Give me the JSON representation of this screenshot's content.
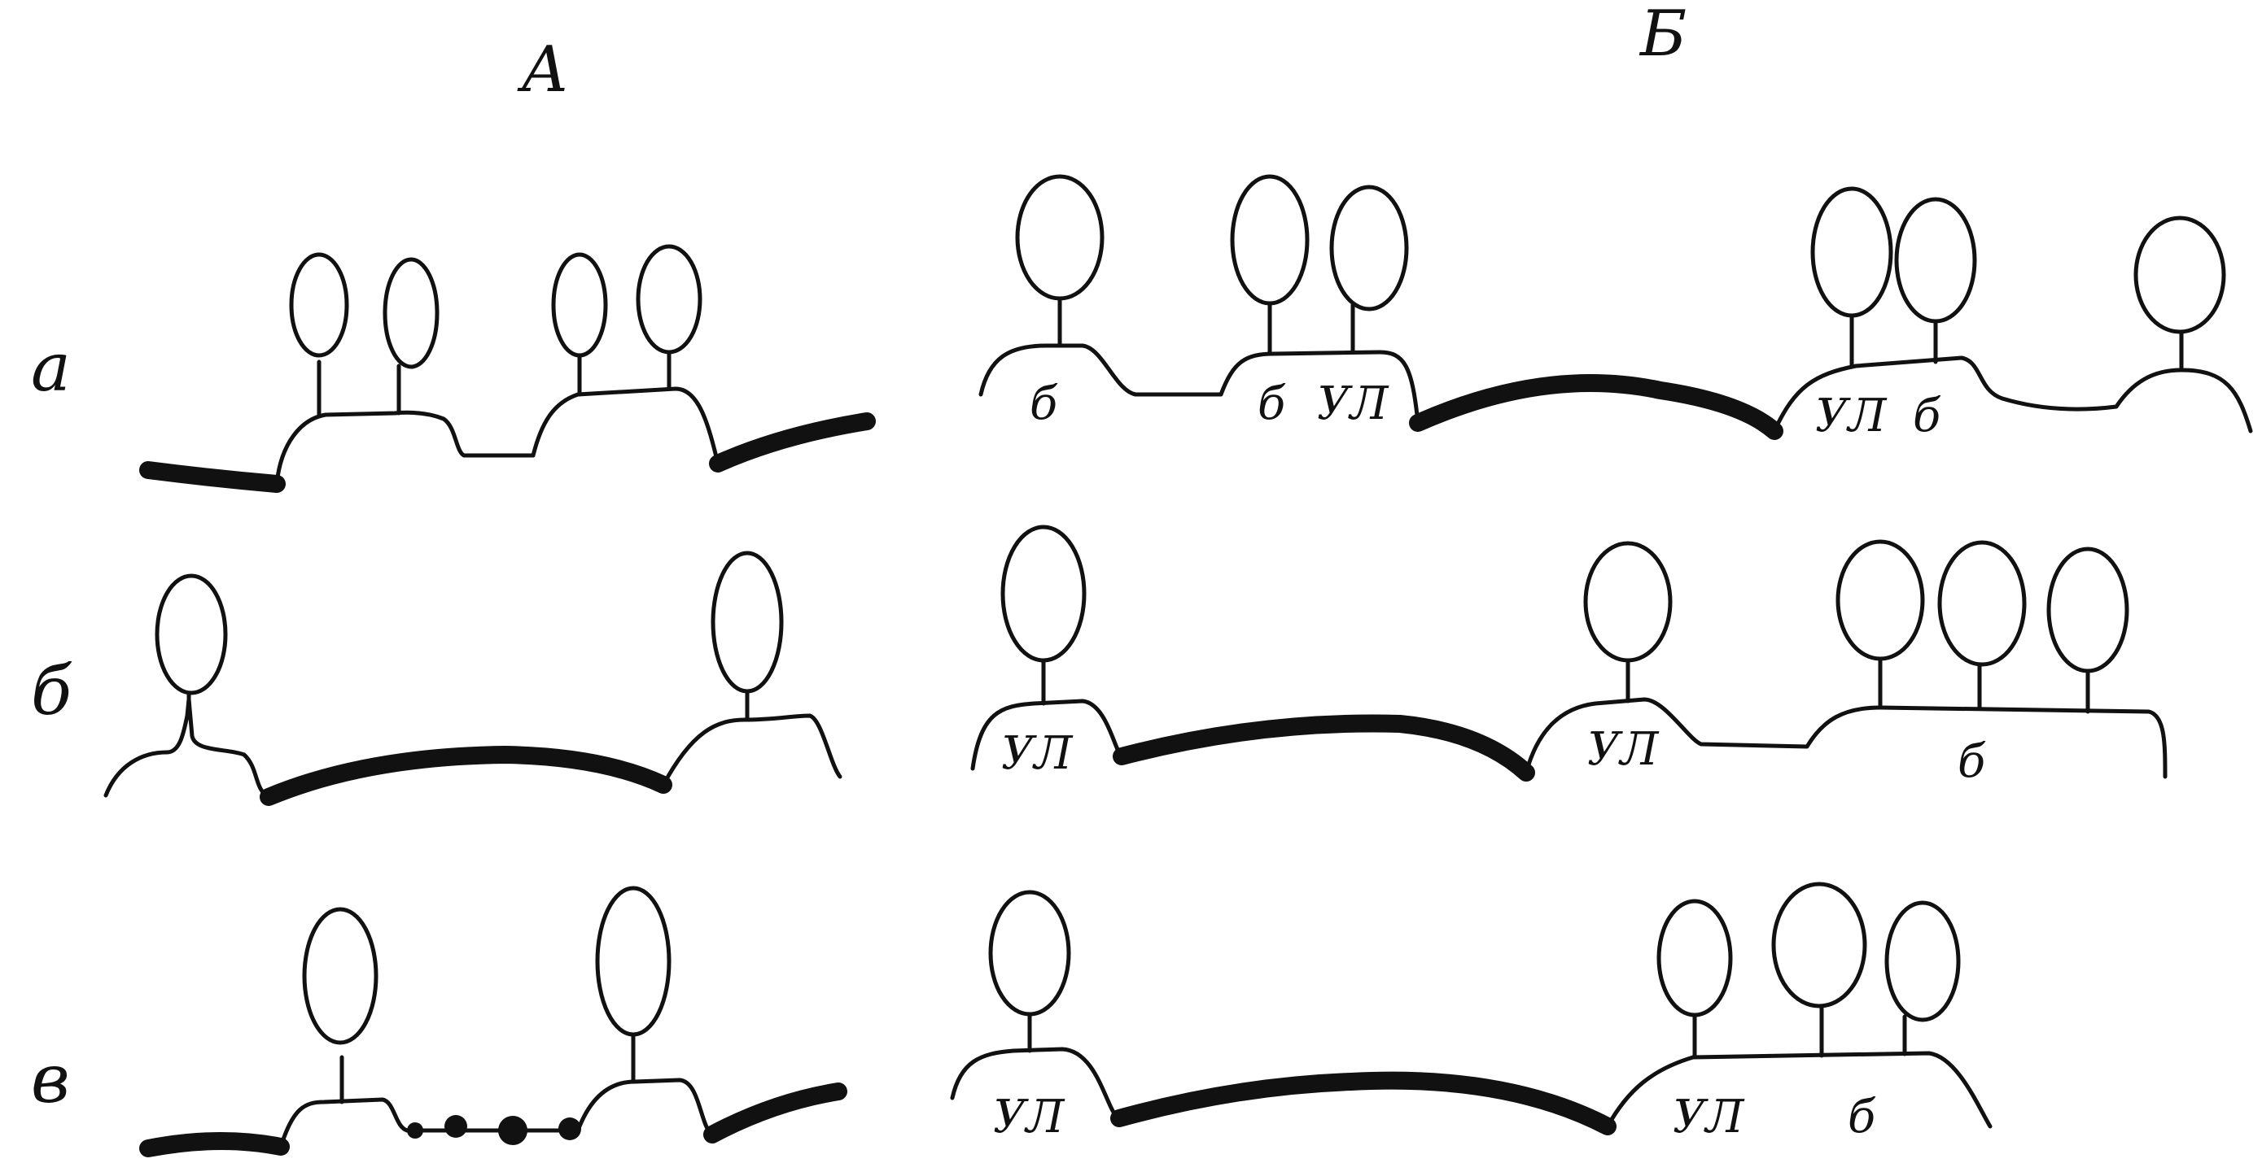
{
  "column_headers": {
    "A": "А",
    "B": "Б"
  },
  "row_headers": {
    "a": "а",
    "b": "б",
    "c": "в"
  },
  "colors": {
    "ink": "#111111",
    "paper": "#ffffff"
  },
  "panel_B_labels": {
    "row_a": [
      "б",
      "б",
      "УЛ",
      "УЛ",
      "б"
    ],
    "row_b": [
      "УЛ",
      "УЛ",
      "б"
    ],
    "row_c": [
      "УЛ",
      "УЛ",
      "б"
    ]
  }
}
